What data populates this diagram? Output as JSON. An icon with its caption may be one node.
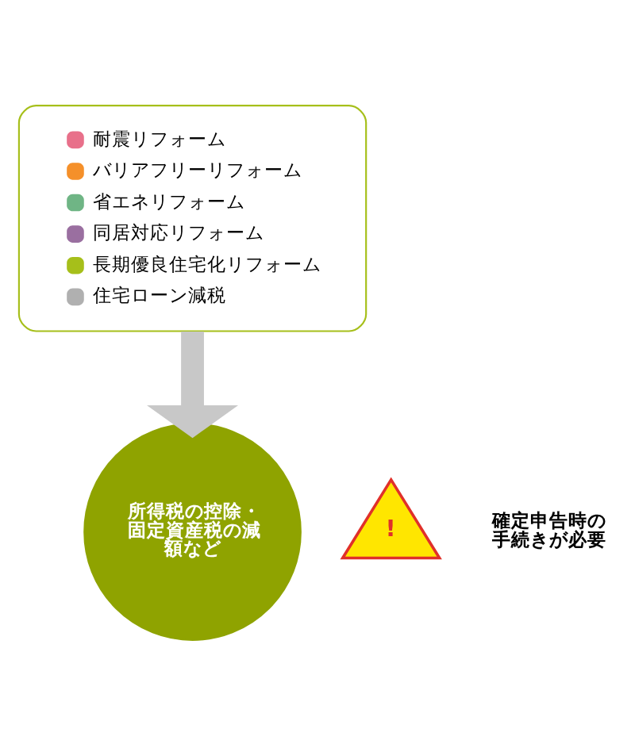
{
  "diagram": {
    "nodes": [
      {
        "text": [
          "耐震リフォーム",
          "バリアフリーリフォーム",
          "省エネリフォーム",
          "同居対応リフォーム",
          "長期優良住宅化リフォーム",
          "住宅ローン減税"
        ]
      },
      {
        "text": [
          "所得税の控除・固定資産税の減額など"
        ]
      }
    ],
    "edges": [
      {
        "from": 0,
        "to": 1,
        "arrow": "to"
      }
    ],
    "labels": [
      "!",
      "確定申告時の手続きが必要"
    ]
  }
}
